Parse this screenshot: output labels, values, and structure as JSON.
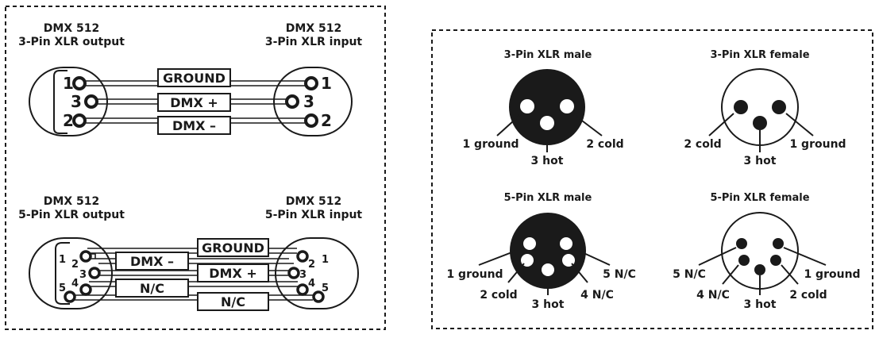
{
  "wiring_3pin": {
    "output_title": "DMX 512",
    "output_subtitle": "3-Pin XLR output",
    "input_title": "DMX 512",
    "input_subtitle": "3-Pin XLR input",
    "pins_left": [
      "1",
      "3",
      "2"
    ],
    "pins_right": [
      "1",
      "3",
      "2"
    ],
    "wires": [
      "GROUND",
      "DMX +",
      "DMX –"
    ]
  },
  "wiring_5pin": {
    "output_title": "DMX 512",
    "output_subtitle": "5-Pin XLR output",
    "input_title": "DMX 512",
    "input_subtitle": "5-Pin XLR input",
    "pins_left": [
      "1",
      "2",
      "3",
      "5",
      "4"
    ],
    "pins_right": [
      "2",
      "1",
      "3",
      "4",
      "5"
    ],
    "wires": [
      "GROUND",
      "DMX –",
      "DMX +",
      "N/C",
      "N/C"
    ]
  },
  "connectors": {
    "xlr3_male": {
      "title": "3-Pin XLR male",
      "labels": [
        "1 ground",
        "3 hot",
        "2 cold"
      ]
    },
    "xlr3_female": {
      "title": "3-Pin XLR female",
      "labels": [
        "2 cold",
        "3 hot",
        "1 ground"
      ]
    },
    "xlr5_male": {
      "title": "5-Pin XLR male",
      "labels": [
        "1 ground",
        "2 cold",
        "3 hot",
        "4 N/C",
        "5 N/C"
      ]
    },
    "xlr5_female": {
      "title": "5-Pin XLR female",
      "labels": [
        "5 N/C",
        "4 N/C",
        "3 hot",
        "2 cold",
        "1 ground"
      ]
    }
  },
  "colors": {
    "ink": "#1a1a1a",
    "paper": "#ffffff"
  }
}
